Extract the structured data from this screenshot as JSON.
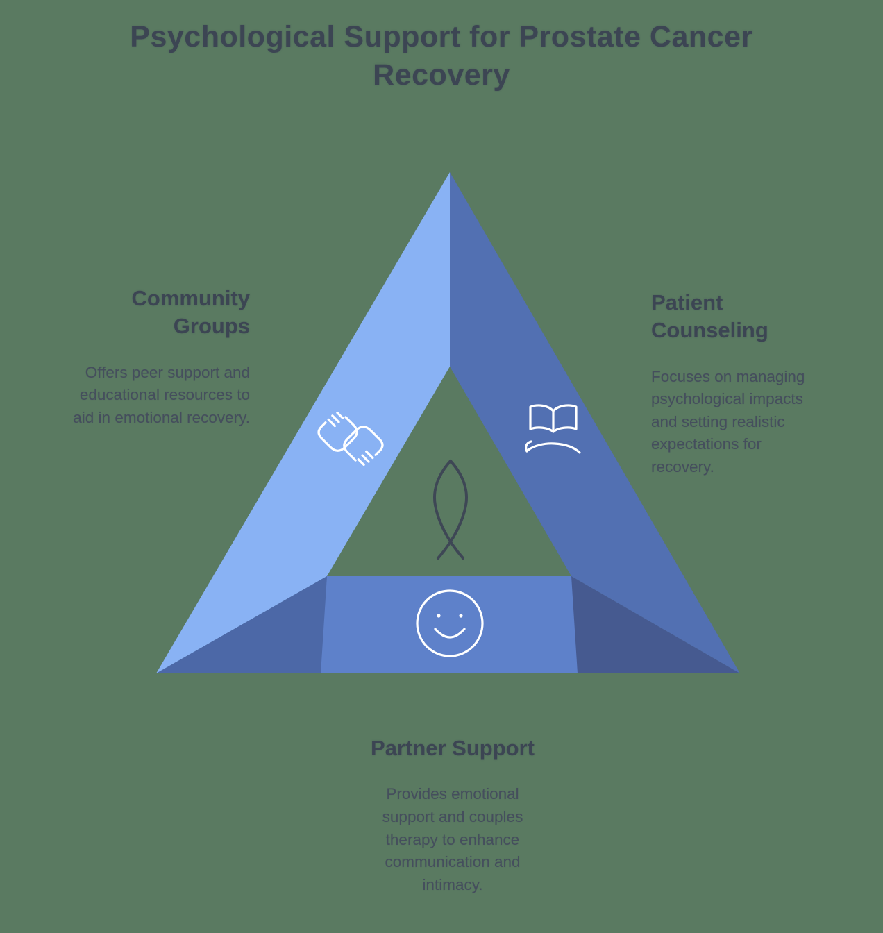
{
  "title": "Psychological Support for Prostate Cancer Recovery",
  "sections": {
    "community": {
      "heading": "Community Groups",
      "body": "Offers peer support and educational resources to aid in emotional recovery.",
      "icon": "clasped-hands-icon"
    },
    "patient": {
      "heading": "Patient Counseling",
      "body": "Focuses on managing psychological impacts and setting realistic expectations for recovery.",
      "icon": "book-over-hand-icon"
    },
    "partner": {
      "heading": "Partner Support",
      "body": "Provides emotional support and couples therapy to enhance communication and intimacy.",
      "icon": "smiley-face-icon"
    }
  },
  "center_icon": "awareness-ribbon-icon",
  "colors": {
    "background": "#5a7a61",
    "band_left": "#89b2f4",
    "band_right": "#5270b2",
    "band_bottom": "#5e81ca",
    "fold_left": "#4c68a7",
    "fold_right": "#465a90",
    "heading": "#3c4553",
    "body": "#454e5d",
    "icon_stroke": "#ffffff",
    "ribbon": "#3e4755"
  }
}
